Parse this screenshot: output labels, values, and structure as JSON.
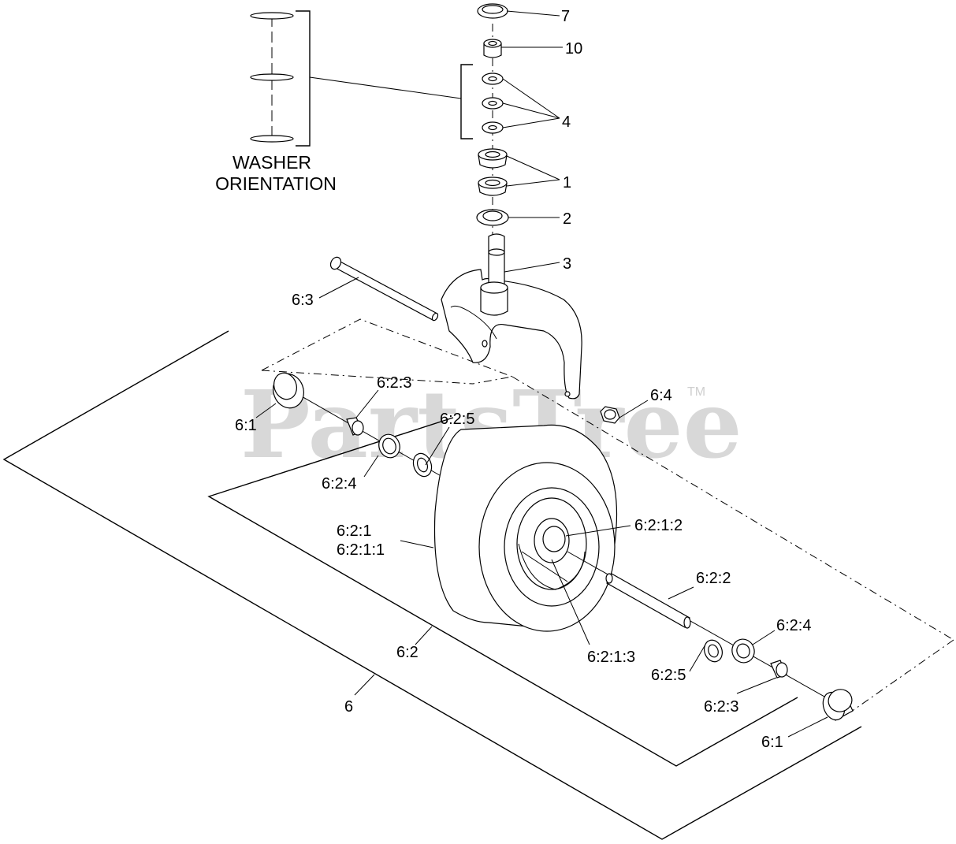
{
  "watermark": {
    "text": "PartsTree",
    "trademark": "TM"
  },
  "washer_note": {
    "line1": "WASHER",
    "line2": "ORIENTATION"
  },
  "callouts": {
    "c7": "7",
    "c10": "10",
    "c4": "4",
    "c1": "1",
    "c2": "2",
    "c3": "3",
    "c6_3": "6:3",
    "c6_4": "6:4",
    "c6_1_left": "6:1",
    "c6_2_3_left": "6:2:3",
    "c6_2_5_left": "6:2:5",
    "c6_2_4_left": "6:2:4",
    "c6_2_1": "6:2:1",
    "c6_2_1_1": "6:2:1:1",
    "c6_2_1_2": "6:2:1:2",
    "c6_2_1_3": "6:2:1:3",
    "c6_2_2": "6:2:2",
    "c6_2_4_right": "6:2:4",
    "c6_2_5_right": "6:2:5",
    "c6_2_3_right": "6:2:3",
    "c6_1_right": "6:1",
    "c6_2": "6:2",
    "c6": "6"
  }
}
